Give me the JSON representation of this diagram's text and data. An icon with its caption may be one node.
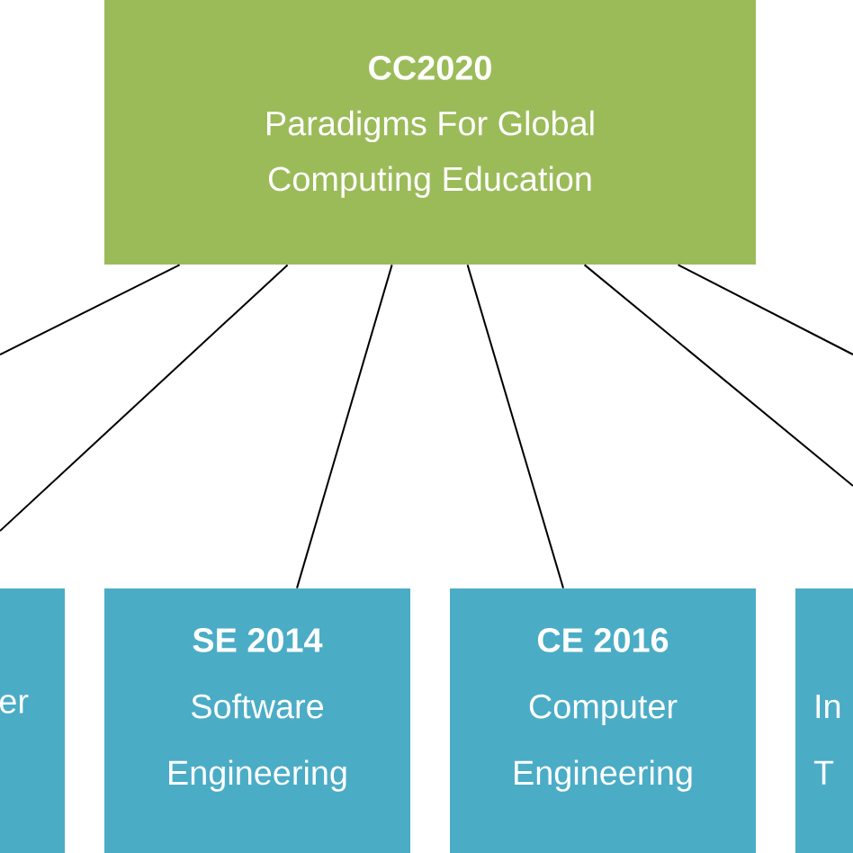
{
  "diagram": {
    "nodes": [
      {
        "text": [
          "CC2020",
          "Paradigms For Global Computing Education"
        ]
      },
      {
        "text": [
          "er"
        ]
      },
      {
        "text": [
          "SE 2014",
          "Software Engineering"
        ]
      },
      {
        "text": [
          "CE 2016",
          "Computer Engineering"
        ]
      },
      {
        "text": [
          "In T"
        ]
      }
    ],
    "edges": [
      {
        "from": 0,
        "to": null,
        "arrow": "none"
      },
      {
        "from": 0,
        "to": null,
        "arrow": "none"
      },
      {
        "from": 0,
        "to": 2,
        "arrow": "none"
      },
      {
        "from": 0,
        "to": 3,
        "arrow": "none"
      },
      {
        "from": 0,
        "to": null,
        "arrow": "none"
      },
      {
        "from": 0,
        "to": null,
        "arrow": "none"
      }
    ]
  }
}
